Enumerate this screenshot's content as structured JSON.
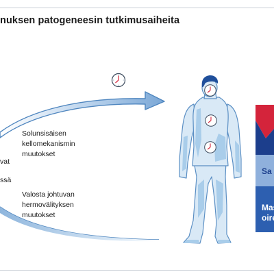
{
  "title": "nuksen patogeneesin tutkimusaiheita",
  "captions": {
    "clock_mechanism": [
      "Solunsisäisen",
      "kellomekanismin",
      "muutokset"
    ],
    "light_transmission": [
      "Valosta johtuvan",
      "hermovälityksen",
      "muutokset"
    ],
    "partial_left_1": "vat",
    "partial_left_2": "ssä"
  },
  "right_panel": {
    "middle_label": "Sa",
    "bottom_label": [
      "Mas",
      "oire"
    ]
  },
  "icons": [
    "clock-icon",
    "arrow-icon",
    "human-figure"
  ],
  "colors": {
    "arrow_blue": "#8fb6dd",
    "arrow_outline": "#4f86bf",
    "figure_fill": "#d9e9f6",
    "figure_outline": "#5b8fc4",
    "figure_shade": "#a9cdea",
    "hair": "#1f4f9b",
    "panel_red": "#d4243b",
    "panel_navy": "#1c3e8c",
    "panel_mid": "#8fb0dc",
    "panel_blue": "#2d5fb0"
  }
}
